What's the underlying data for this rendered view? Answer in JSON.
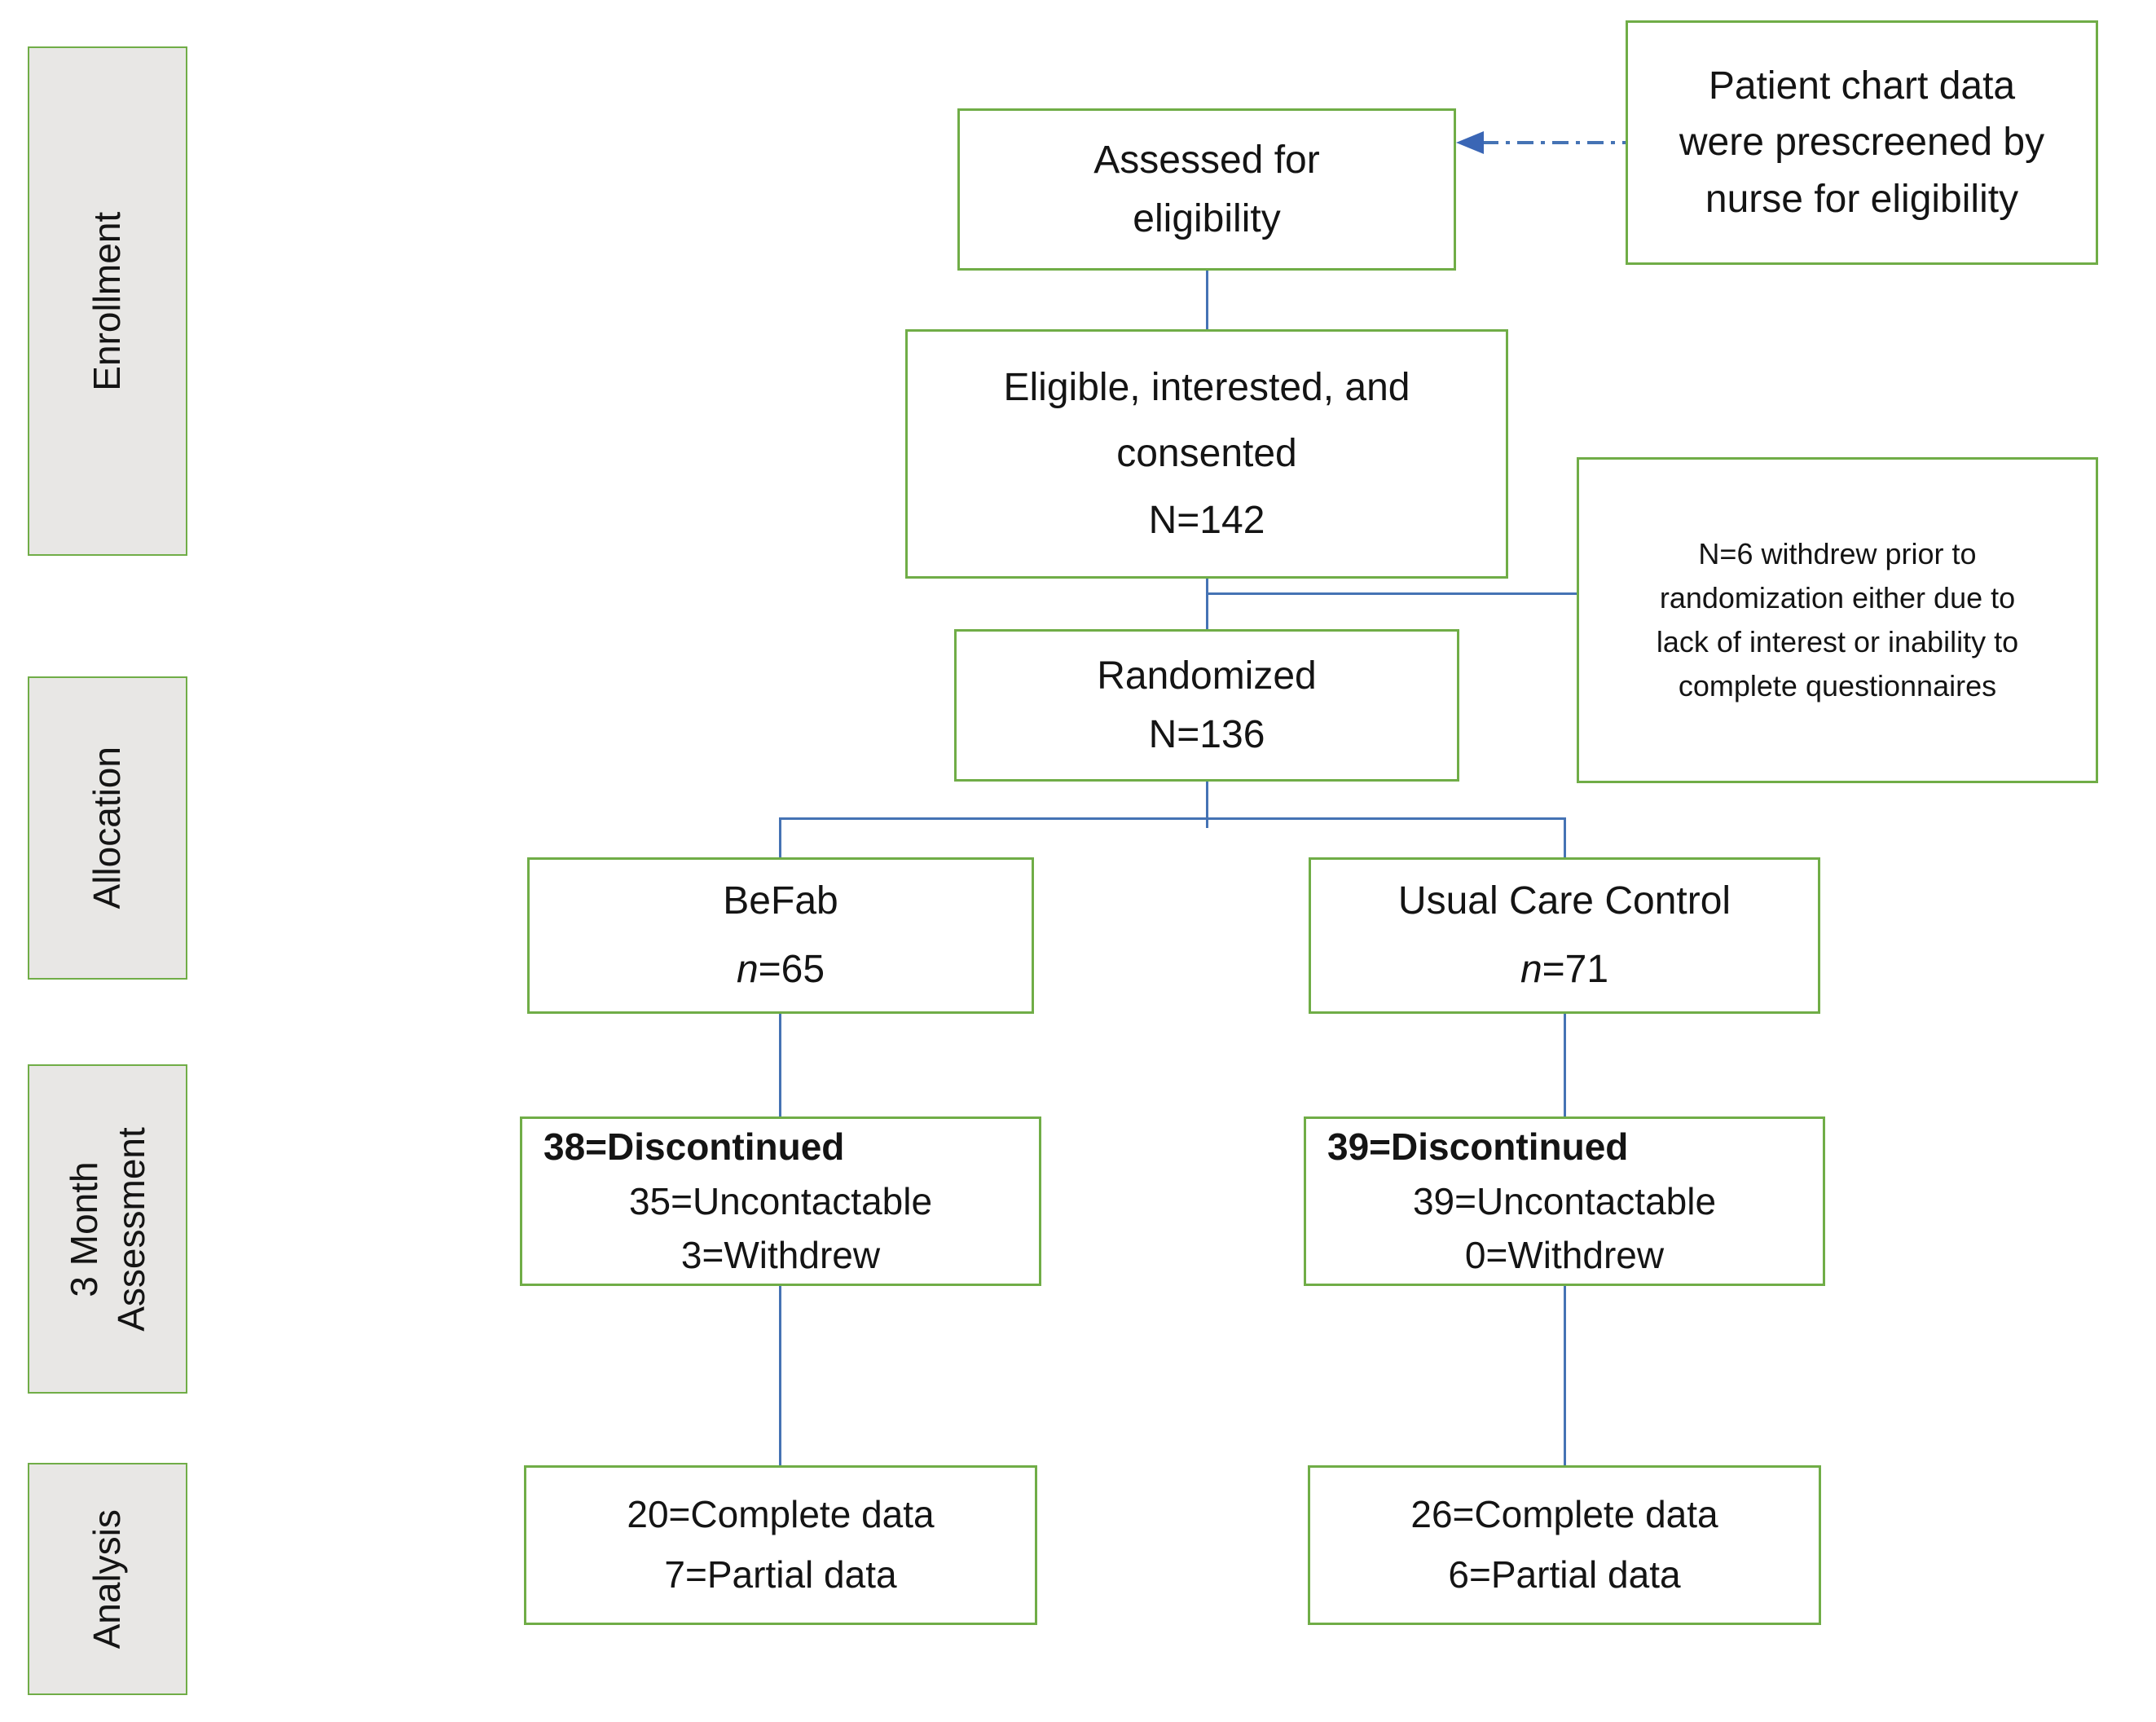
{
  "stages": [
    {
      "label": "Enrollment"
    },
    {
      "label": "Allocation"
    },
    {
      "label": "3 Month\nAssessment"
    },
    {
      "label": "Analysis"
    }
  ],
  "boxes": {
    "assessed": {
      "line1": "Assessed for",
      "line2": "eligibility"
    },
    "prescreen_note": {
      "line1": "Patient chart data",
      "line2": "were prescreened by",
      "line3": "nurse for eligibility"
    },
    "eligible": {
      "line1": "Eligible, interested, and",
      "line2": "consented",
      "line3": "N=142"
    },
    "withdrew_note": {
      "line1": "N=6 withdrew prior to",
      "line2": "randomization either due to",
      "line3": "lack of interest or inability to",
      "line4": "complete questionnaires"
    },
    "randomized": {
      "line1": "Randomized",
      "line2": "N=136"
    },
    "befab": {
      "name": "BeFab",
      "n_symbol": "n",
      "n_value": "=65"
    },
    "usual_care": {
      "name": "Usual Care Control",
      "n_symbol": "n",
      "n_value": "=71"
    },
    "befab_3month": {
      "line1": "38=Discontinued",
      "line2": "35=Uncontactable",
      "line3": "3=Withdrew"
    },
    "usual_care_3month": {
      "line1": "39=Discontinued",
      "line2": "39=Uncontactable",
      "line3": "0=Withdrew"
    },
    "befab_analysis": {
      "line1": "20=Complete data",
      "line2": "7=Partial data"
    },
    "usual_care_analysis": {
      "line1": "26=Complete data",
      "line2": "6=Partial data"
    }
  },
  "colors": {
    "box_border_green": "#70ad47",
    "stage_fill_gray": "#e8e7e5",
    "connector_blue": "#4573b4",
    "text": "#141414"
  }
}
